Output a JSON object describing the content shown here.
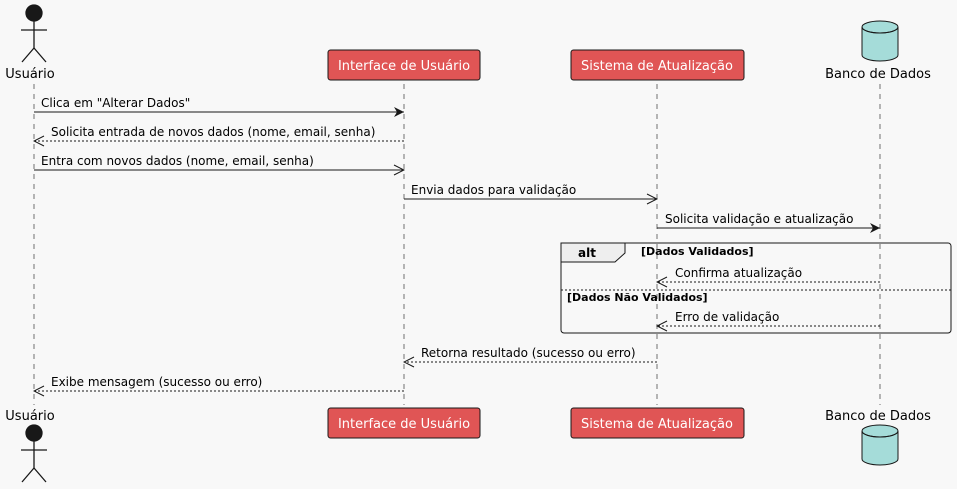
{
  "participants": {
    "user": "Usuário",
    "ui": "Interface de Usuário",
    "sys": "Sistema de Atualização",
    "db": "Banco de Dados"
  },
  "messages": [
    "Clica em \"Alterar Dados\"",
    "Solicita entrada de novos dados (nome, email, senha)",
    "Entra com novos dados (nome, email, senha)",
    "Envia dados para validação",
    "Solicita validação e atualização",
    "Confirma atualização",
    "Erro de validação",
    "Retorna resultado (sucesso ou erro)",
    "Exibe mensagem (sucesso ou erro)"
  ],
  "alt_fragment": {
    "keyword": "alt",
    "guard_1": "[Dados Validados]",
    "guard_2": "[Dados Não Validados]"
  },
  "colors": {
    "background": "#F8F8F8",
    "participant_fill": "#E05555",
    "participant_text": "#FFFFFF",
    "database_fill": "#A5DCD9",
    "line": "#181818"
  }
}
